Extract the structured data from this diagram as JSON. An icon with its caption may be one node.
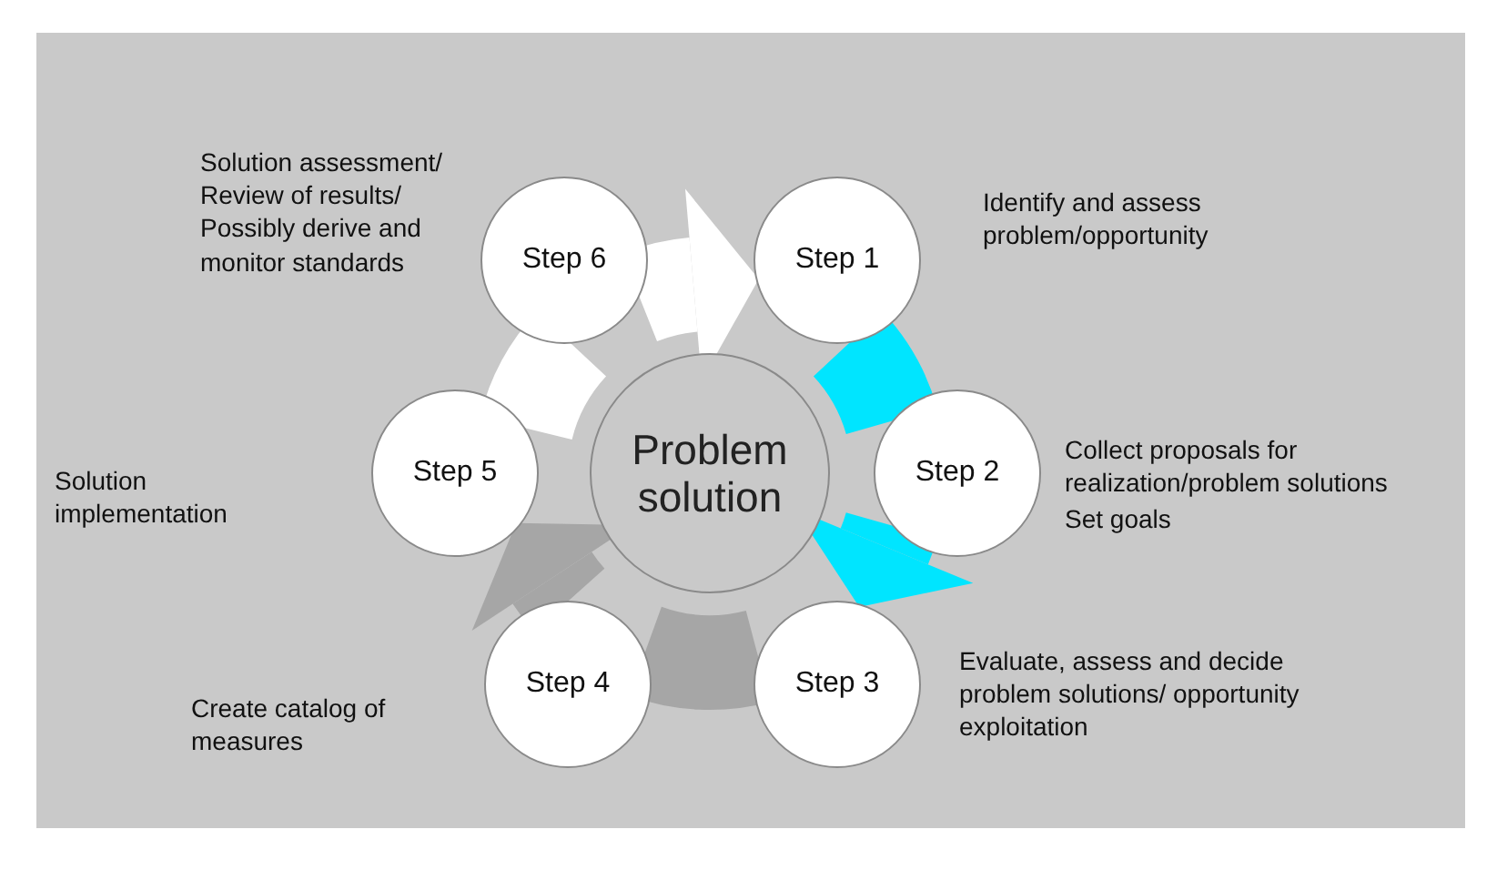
{
  "diagram": {
    "nodes": [
      {
        "text": [
          "Step 1"
        ],
        "beside": [
          "Identify and assess problem/opportunity"
        ]
      },
      {
        "text": [
          "Step 2"
        ],
        "beside": [
          "Collect proposals for realization/problem solutions",
          "Set goals"
        ]
      },
      {
        "text": [
          "Step 3"
        ],
        "beside": [
          "Evaluate, assess and decide problem solutions/ opportunity exploitation"
        ]
      },
      {
        "text": [
          "Step 4"
        ],
        "beside": [
          "Create catalog of measures"
        ]
      },
      {
        "text": [
          "Step 5"
        ]
      },
      {
        "text": [
          "Step 6"
        ],
        "beside": [
          "Solution assessment/ Review of results/ Possibly derive and monitor standards"
        ]
      },
      {
        "text": [
          "Problem solution"
        ]
      }
    ],
    "edges": [
      {
        "from": 4,
        "to": 5,
        "arrow": "none",
        "color": "#ffffff"
      },
      {
        "from": 5,
        "to": 0,
        "arrow": "to",
        "color": "#ffffff"
      },
      {
        "from": 0,
        "to": 1,
        "arrow": "none",
        "color": "#00e5ff"
      },
      {
        "from": 1,
        "to": 2,
        "arrow": "to",
        "color": "#00e5ff"
      },
      {
        "from": 2,
        "to": 3,
        "arrow": "none",
        "color": "#a6a6a6"
      },
      {
        "from": 3,
        "to": 4,
        "arrow": "to",
        "color": "#a6a6a6"
      }
    ],
    "labels": [
      "Solution implementation"
    ]
  }
}
